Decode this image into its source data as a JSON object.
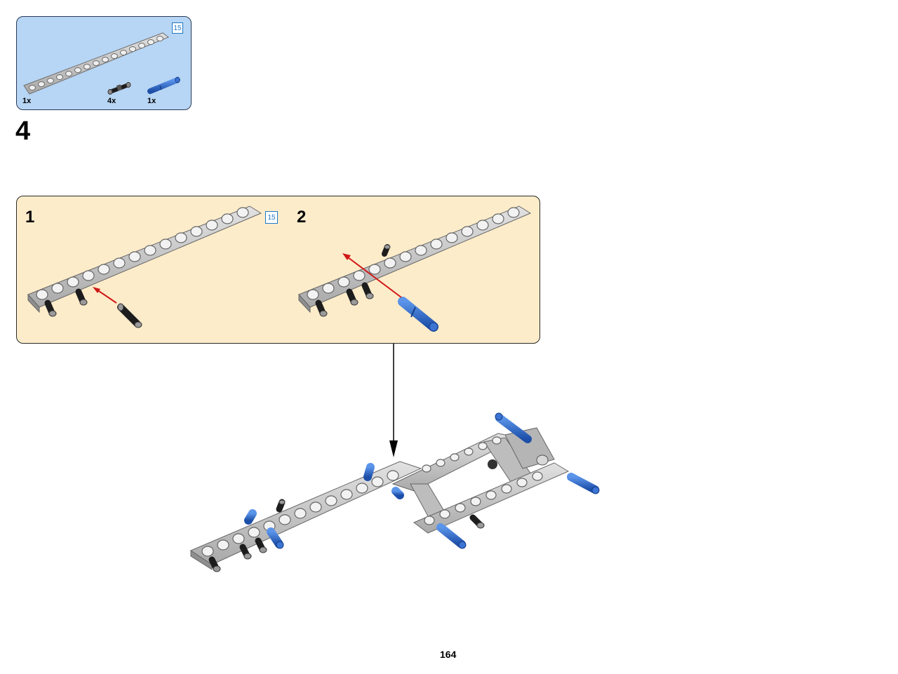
{
  "parts_list": {
    "length_badge": "15",
    "items": [
      {
        "name": "beam-15",
        "qty": "1x"
      },
      {
        "name": "black-pin",
        "qty": "4x"
      },
      {
        "name": "blue-axle-pin",
        "qty": "1x"
      }
    ]
  },
  "step": {
    "number": "4",
    "substeps": [
      {
        "number": "1",
        "length_badge": "15"
      },
      {
        "number": "2"
      }
    ]
  },
  "page": {
    "number": "164"
  },
  "colors": {
    "parts_bg": "#b7d5f4",
    "substep_bg": "#fdecca",
    "beam_gray": "#c9c9c9",
    "pin_blue": "#2563c9",
    "pin_black": "#222222",
    "arrow_red": "#d01818"
  }
}
